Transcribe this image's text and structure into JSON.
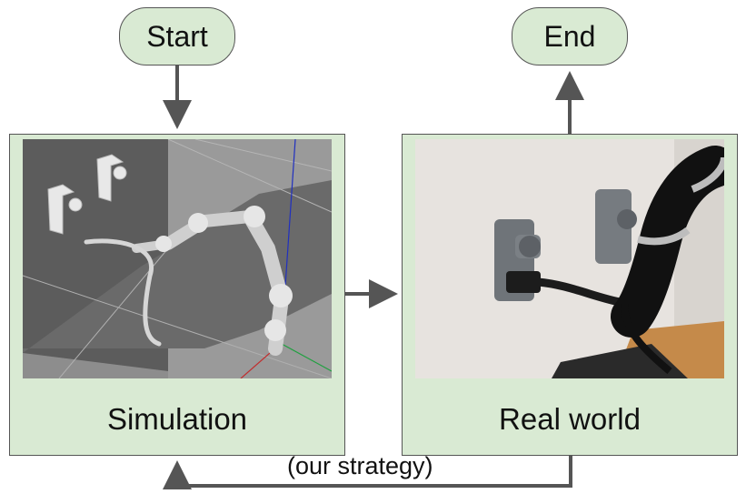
{
  "nodes": {
    "start": "Start",
    "end": "End",
    "simulation": "Simulation",
    "real_world": "Real world"
  },
  "edges": {
    "feedback_label": "(our strategy)"
  },
  "colors": {
    "box_fill": "#d9ead3",
    "border": "#555555",
    "arrow": "#555555"
  },
  "images": {
    "simulation": "simulated-robot-arm-render",
    "real_world": "photo-robot-arm-charging-plug"
  }
}
